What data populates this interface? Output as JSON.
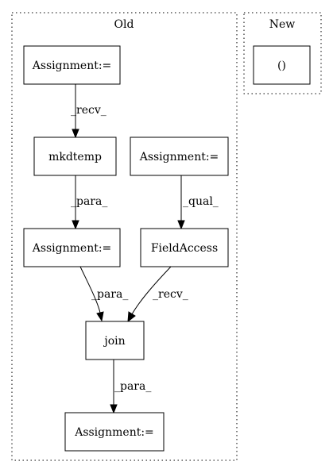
{
  "clusters": {
    "old": {
      "label": "Old"
    },
    "new": {
      "label": "New"
    }
  },
  "nodes": {
    "assign_top": {
      "label": "Assignment:="
    },
    "mkdtemp": {
      "label": "mkdtemp"
    },
    "assign_right": {
      "label": "Assignment:="
    },
    "assign_mid": {
      "label": "Assignment:="
    },
    "field_access": {
      "label": "FieldAccess"
    },
    "join": {
      "label": "join"
    },
    "assign_bottom": {
      "label": "Assignment:="
    },
    "new_call": {
      "label": "()"
    }
  },
  "edges": {
    "assign_top_to_mkdtemp": {
      "label": "_recv_"
    },
    "mkdtemp_to_assign_mid": {
      "label": "_para_"
    },
    "assign_right_to_field_access": {
      "label": "_qual_"
    },
    "assign_mid_to_join": {
      "label": "_para_"
    },
    "field_access_to_join": {
      "label": "_recv_"
    },
    "join_to_assign_bottom": {
      "label": "_para_"
    }
  }
}
